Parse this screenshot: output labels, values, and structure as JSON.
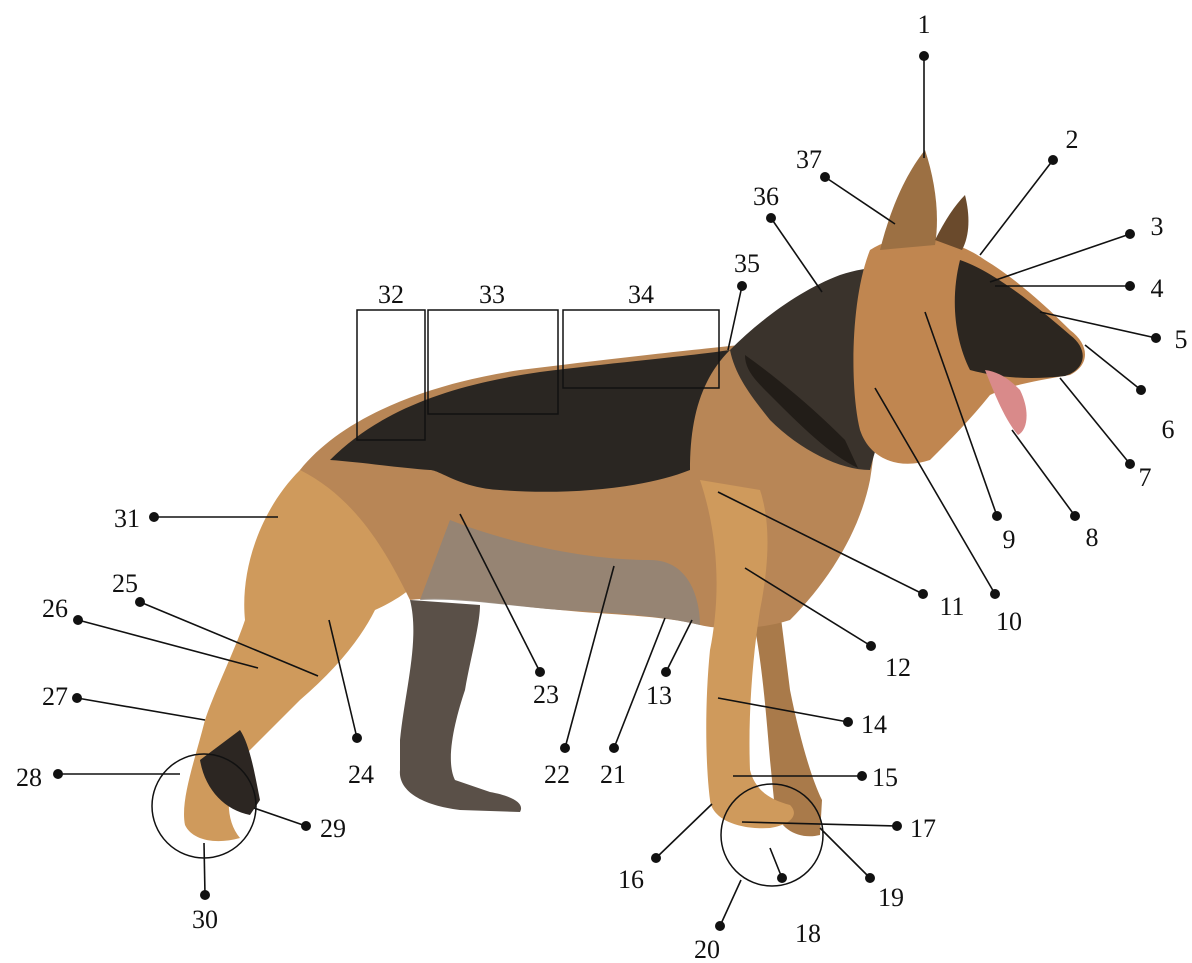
{
  "colors": {
    "background": "#ffffff",
    "tan": "#cf9a5c",
    "tan_dark": "#b47a3e",
    "saddle": "#2a2622",
    "line": "#111111"
  },
  "labels": {
    "l1": "1",
    "l2": "2",
    "l3": "3",
    "l4": "4",
    "l5": "5",
    "l6": "6",
    "l7": "7",
    "l8": "8",
    "l9": "9",
    "l10": "10",
    "l11": "11",
    "l12": "12",
    "l13": "13",
    "l14": "14",
    "l15": "15",
    "l16": "16",
    "l17": "17",
    "l18": "18",
    "l19": "19",
    "l20": "20",
    "l21": "21",
    "l22": "22",
    "l23": "23",
    "l24": "24",
    "l25": "25",
    "l26": "26",
    "l27": "27",
    "l28": "28",
    "l29": "29",
    "l30": "30",
    "l31": "31",
    "l32": "32",
    "l33": "33",
    "l34": "34",
    "l35": "35",
    "l36": "36",
    "l37": "37"
  }
}
